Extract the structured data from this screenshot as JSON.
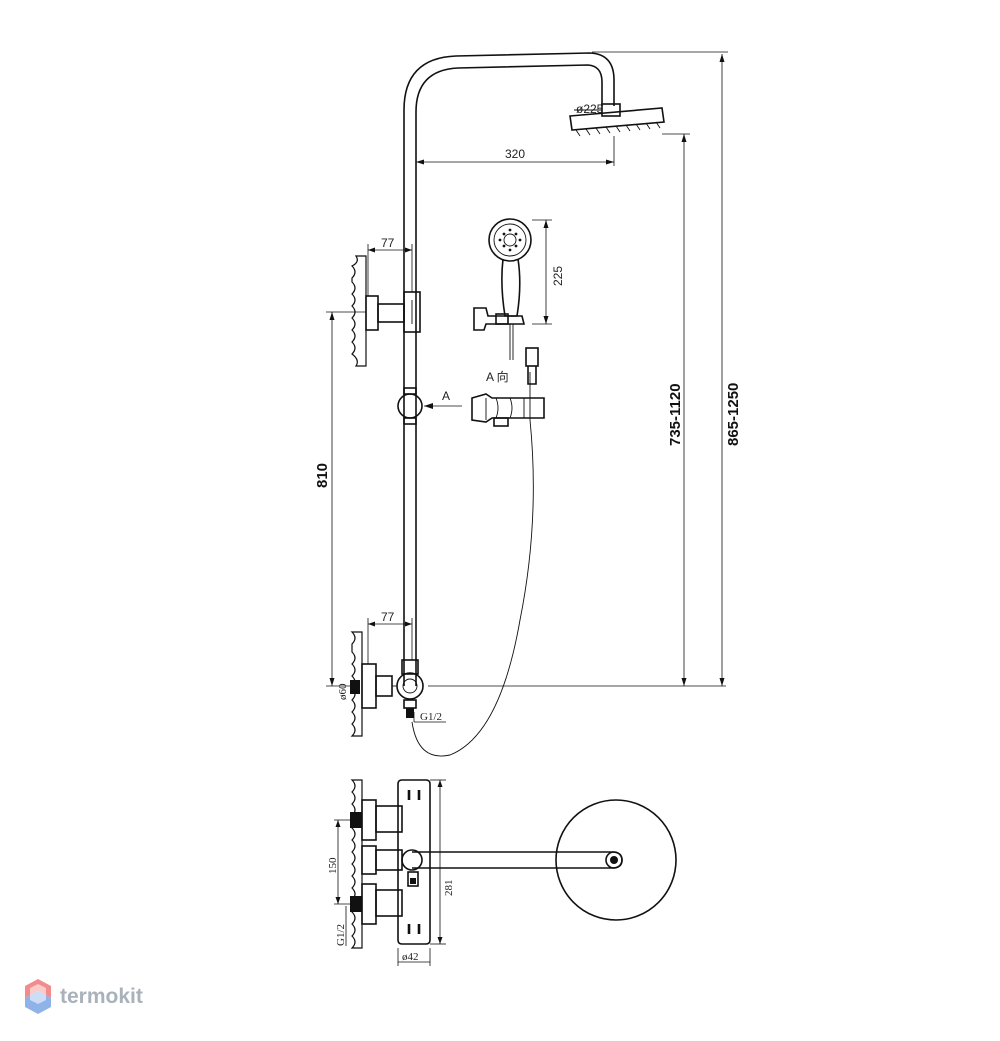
{
  "dimensions": {
    "head_diameter": "ø225",
    "arm_reach": "320",
    "upper_offset": "77",
    "lower_offset": "77",
    "hand_shower_length": "225",
    "bracket_spacing": "810",
    "outlet_height": "735-1120",
    "total_height": "865-1250",
    "flange_diameter": "ø60",
    "inlet_thread": "G1/2",
    "inlet_spacing": "150",
    "body_height": "281",
    "inlet_thread_bottom": "G1/2",
    "body_diameter": "ø42"
  },
  "view_labels": {
    "section_a": "A",
    "section_a_dir": "A  向"
  },
  "brand": {
    "name": "termokit",
    "color": "#a9b1bb",
    "accent_top": "#f28c8c",
    "accent_bottom": "#8fb3e8"
  }
}
